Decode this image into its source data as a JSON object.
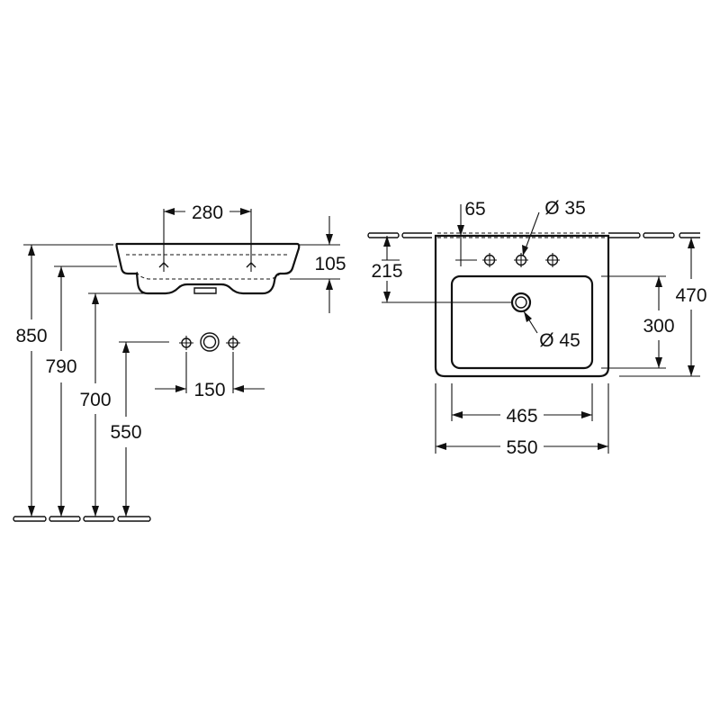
{
  "drawing": {
    "side_view": {
      "dim_tap_spacing": "280",
      "dim_rim_height": "105",
      "dim_height_850": "850",
      "dim_height_790": "790",
      "dim_height_700": "700",
      "dim_height_550": "550",
      "dim_waste_spacing": "150"
    },
    "top_view": {
      "dim_tap_offset": "65",
      "dim_tap_hole": "Ø 35",
      "dim_tap_to_waste": "215",
      "dim_depth_total": "470",
      "dim_bowl_depth": "300",
      "dim_waste_hole": "Ø 45",
      "dim_bowl_width": "465",
      "dim_total_width": "550"
    }
  },
  "colors": {
    "line": "#111111",
    "background": "#ffffff"
  }
}
